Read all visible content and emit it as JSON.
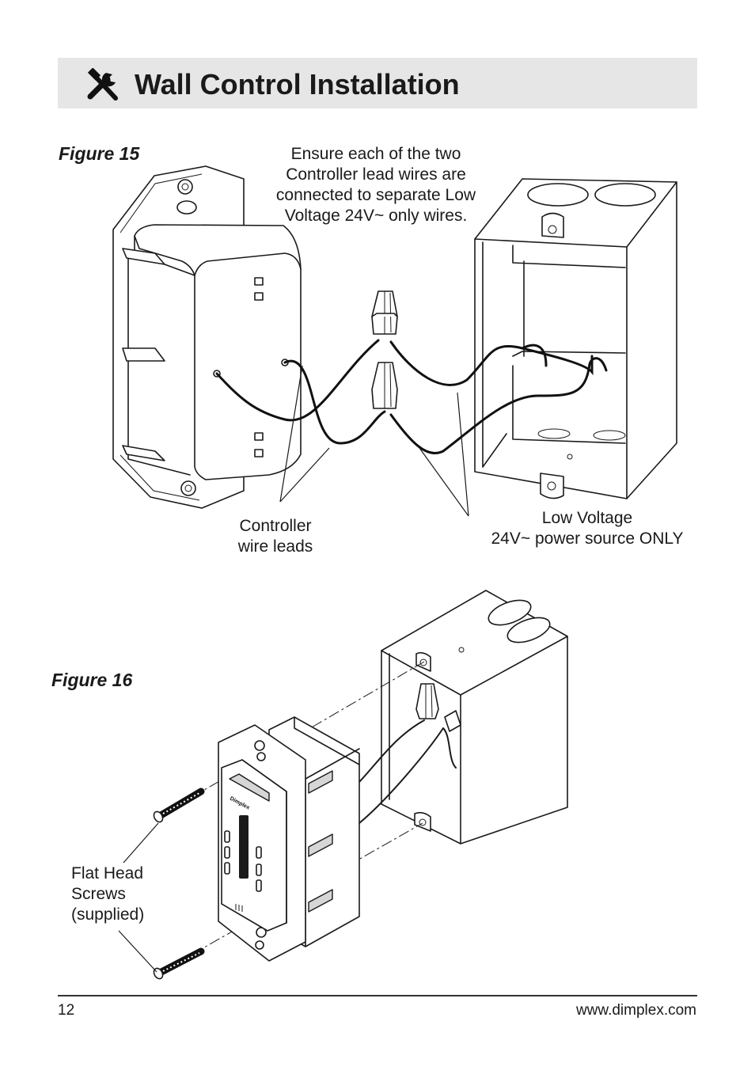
{
  "header": {
    "title": "Wall Control Installation",
    "icon": "tools-icon",
    "background": "#e6e6e6"
  },
  "figure15": {
    "label": "Figure 15",
    "note": [
      "Ensure each of the two",
      "Controller lead wires are",
      "connected to separate Low",
      "Voltage 24V~ only wires."
    ],
    "controller_leads": [
      "Controller",
      "wire leads"
    ],
    "power_source": [
      "Low Voltage",
      "24V~ power source ONLY"
    ]
  },
  "figure16": {
    "label": "Figure 16",
    "screws": [
      "Flat Head",
      "Screws",
      "(supplied)"
    ],
    "brand": "Dimplex"
  },
  "footer": {
    "page_number": "12",
    "website": "www.dimplex.com"
  }
}
